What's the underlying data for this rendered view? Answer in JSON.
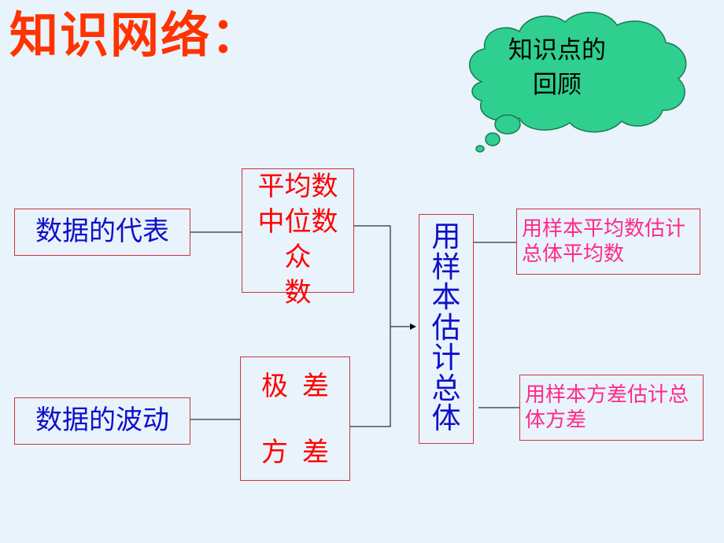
{
  "title": "知识网络：",
  "cloud": {
    "text_line1": "知识点的",
    "text_line2": "回顾",
    "fill": "#2fcf8f",
    "stroke": "#1a7a52"
  },
  "colors": {
    "background": "#e8f3fc",
    "title": "#ff3300",
    "blue_text": "#1010c8",
    "red_text": "#ff0000",
    "pink_text": "#ff2a8a",
    "box_border": "#cc3344"
  },
  "boxes": {
    "representative": "数据的代表",
    "central": [
      "平均数",
      "中位数",
      "众",
      "数"
    ],
    "fluctuation": "数据的波动",
    "dispersion": [
      "极差",
      "方差"
    ],
    "estimate": [
      "用",
      "样",
      "本",
      "估",
      "计",
      "总",
      "体"
    ],
    "estimate_mean": "用样本平均数估计总体平均数",
    "estimate_variance": "用样本方差估计总体方差"
  }
}
